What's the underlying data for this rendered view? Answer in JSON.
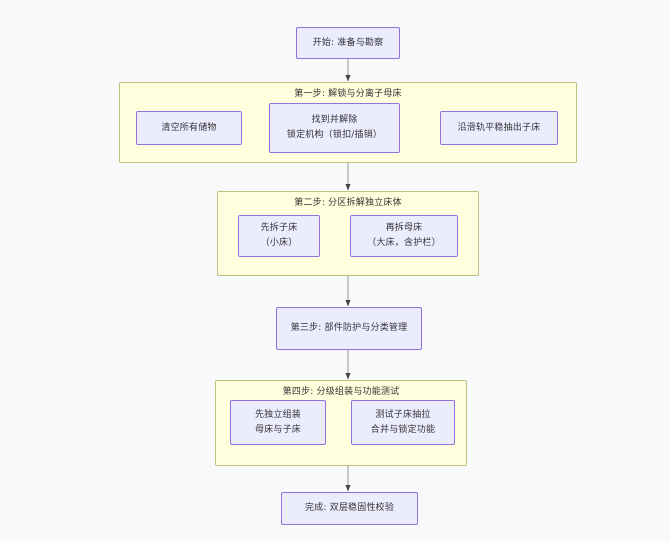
{
  "diagram": {
    "type": "flowchart",
    "direction": "top-to-bottom",
    "background_color": "#f8f9fb",
    "node_fill": "#ececff",
    "node_border": "#9370db",
    "cluster_fill": "#ffffde",
    "cluster_border": "#bfbf7e",
    "edge_color": "#9e9e9e"
  },
  "nodes": {
    "start": "开始: 准备与勘察",
    "s1_clear": "清空所有储物",
    "s1_unlock": "找到并解除\n锁定机构（锁扣/插销）",
    "s1_pullout": "沿滑轨平稳抽出子床",
    "s2_child": "先拆子床\n（小床）",
    "s2_mother": "再拆母床\n（大床，含护栏）",
    "s3_protect": "第三步: 部件防护与分类管理",
    "s4_assemble": "先独立组装\n母床与子床",
    "s4_test": "测试子床抽拉\n合并与锁定功能",
    "finish": "完成: 双层稳固性校验"
  },
  "clusters": {
    "step1": "第一步: 解锁与分离子母床",
    "step2": "第二步: 分区拆解独立床体",
    "step4": "第四步: 分级组装与功能测试"
  },
  "edges": [
    {
      "from": "start",
      "to": "step1"
    },
    {
      "from": "s1_clear",
      "to": "s1_unlock"
    },
    {
      "from": "s1_unlock",
      "to": "s1_pullout"
    },
    {
      "from": "step1",
      "to": "step2"
    },
    {
      "from": "s2_child",
      "to": "s2_mother"
    },
    {
      "from": "step2",
      "to": "s3_protect"
    },
    {
      "from": "s3_protect",
      "to": "step4"
    },
    {
      "from": "s4_assemble",
      "to": "s4_test"
    },
    {
      "from": "step4",
      "to": "finish"
    }
  ]
}
